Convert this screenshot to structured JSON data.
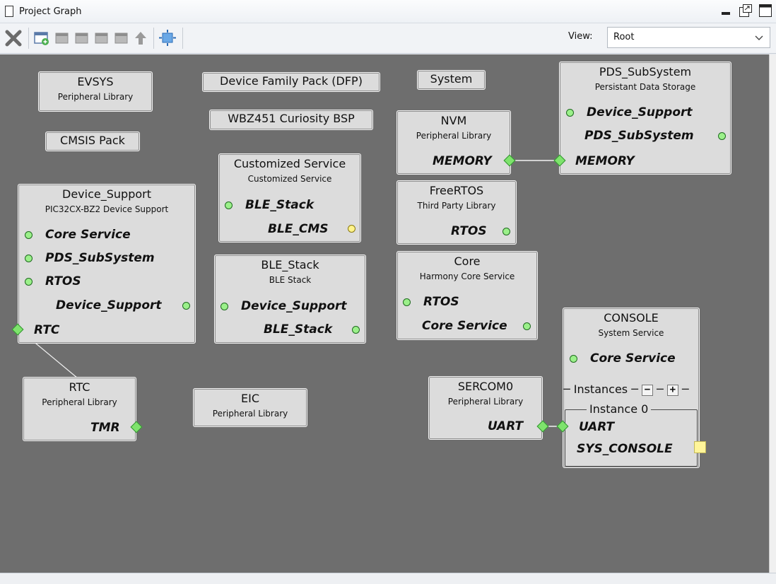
{
  "window": {
    "title": "Project Graph",
    "controls": {
      "minimize": "minimize-icon",
      "float": "float-window-icon",
      "maximize": "maximize-icon"
    }
  },
  "toolbar": {
    "buttons": [
      "remove-icon",
      "add-component-icon",
      "component-icon",
      "component-icon",
      "component-icon",
      "component-icon",
      "up-arrow-icon",
      "fit-view-icon"
    ],
    "view_label": "View:",
    "view_value": "Root"
  },
  "nodes": {
    "evsys": {
      "title": "EVSYS",
      "subtitle": "Peripheral Library"
    },
    "dfp": {
      "title": "Device Family Pack (DFP)"
    },
    "system": {
      "title": "System"
    },
    "pds": {
      "title": "PDS_SubSystem",
      "subtitle": "Persistant Data Storage",
      "dep1": "Device_Support",
      "cap1": "PDS_SubSystem",
      "cap2": "MEMORY"
    },
    "bsp": {
      "title": "WBZ451 Curiosity BSP"
    },
    "nvm": {
      "title": "NVM",
      "subtitle": "Peripheral Library",
      "cap1": "MEMORY"
    },
    "cmsis": {
      "title": "CMSIS Pack"
    },
    "customized": {
      "title": "Customized Service",
      "subtitle": "Customized Service",
      "dep1": "BLE_Stack",
      "cap1": "BLE_CMS"
    },
    "freertos": {
      "title": "FreeRTOS",
      "subtitle": "Third Party Library",
      "cap1": "RTOS"
    },
    "device_support": {
      "title": "Device_Support",
      "subtitle": "PIC32CX-BZ2 Device Support",
      "dep1": "Core Service",
      "dep2": "PDS_SubSystem",
      "dep3": "RTOS",
      "cap1": "Device_Support",
      "dep4": "RTC"
    },
    "ble_stack": {
      "title": "BLE_Stack",
      "subtitle": "BLE Stack",
      "dep1": "Device_Support",
      "cap1": "BLE_Stack"
    },
    "core": {
      "title": "Core",
      "subtitle": "Harmony Core Service",
      "dep1": "RTOS",
      "cap1": "Core Service"
    },
    "console": {
      "title": "CONSOLE",
      "subtitle": "System Service",
      "dep1": "Core Service",
      "instances_label": "Instances",
      "instance_name": "Instance 0",
      "dep2": "UART",
      "cap1": "SYS_CONSOLE"
    },
    "rtc": {
      "title": "RTC",
      "subtitle": "Peripheral Library",
      "cap1": "TMR"
    },
    "eic": {
      "title": "EIC",
      "subtitle": "Peripheral Library"
    },
    "sercom0": {
      "title": "SERCOM0",
      "subtitle": "Peripheral Library",
      "cap1": "UART"
    }
  },
  "colors": {
    "canvas": "#6e6e6e",
    "node": "#dcdcdc",
    "port_green": "#9bf08a",
    "port_yellow": "#fff38a",
    "diamond": "#7ee36c"
  }
}
